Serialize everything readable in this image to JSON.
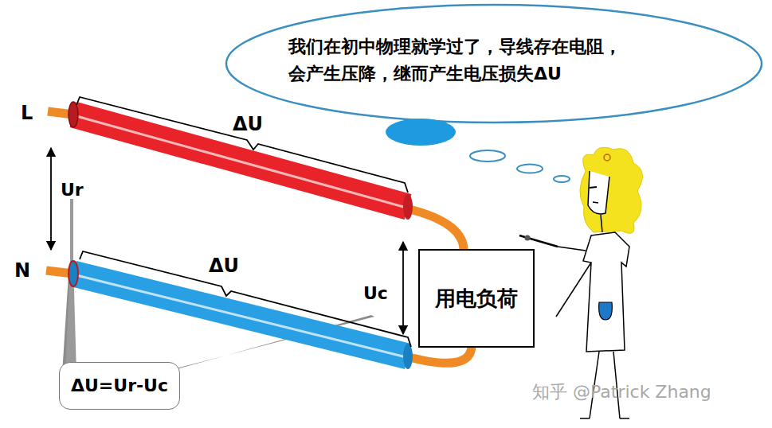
{
  "diagram": {
    "nodes": [
      {
        "text": [
          "我们在初中物理就学过了，导线存在电阻， 会产生压降，继而产生电压损失ΔU"
        ]
      },
      {
        "text": [
          "用电负荷"
        ]
      },
      {
        "text": [
          "ΔU=Ur-Uc"
        ]
      }
    ],
    "labels": [
      "L",
      "N",
      "ΔU",
      "ΔU",
      "Ur",
      "Uc",
      "知乎 @Patrick Zhang"
    ]
  }
}
